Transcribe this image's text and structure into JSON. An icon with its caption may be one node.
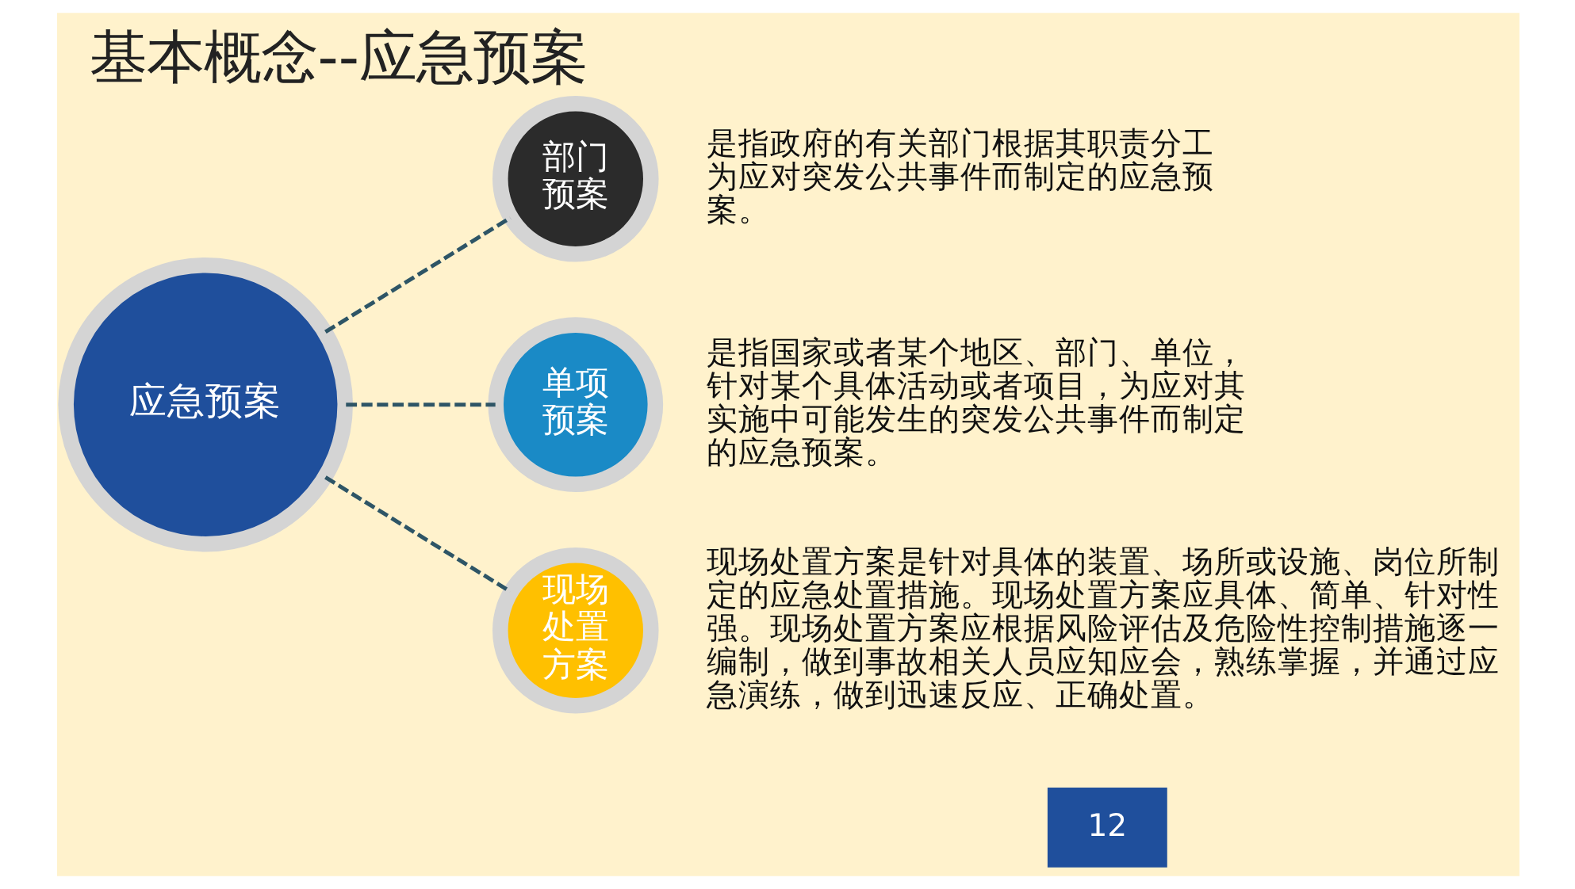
{
  "diagram": {
    "title": "基本概念--应急预案",
    "nodes": [
      {
        "text": [
          "应急预案"
        ]
      },
      {
        "text": [
          "部门预案"
        ],
        "beside": [
          "是指政府的有关部门根据其职责分工为应对突发公共事件而制定的应急预案。"
        ]
      },
      {
        "text": [
          "单项预案"
        ],
        "beside": [
          "是指国家或者某个地区、部门、单位，针对某个具体活动或者项目，为应对其实施中可能发生的突发公共事件而制定的应急预案。"
        ]
      },
      {
        "text": [
          "现场处置方案"
        ],
        "beside": [
          "现场处置方案是针对具体的装置、场所或设施、岗位所制定的应急处置措施。现场处置方案应具体、简单、针对性强。现场处置方案应根据风险评估及危险性控制措施逐一编制，做到事故相关人员应知应会，熟练掌握，并通过应急演练，做到迅速反应、正确处置。"
        ]
      }
    ],
    "edges": [
      {
        "from": 0,
        "to": 1,
        "arrow": "none",
        "style": "dashed"
      },
      {
        "from": 0,
        "to": 2,
        "arrow": "none",
        "style": "dashed"
      },
      {
        "from": 0,
        "to": 3,
        "arrow": "none",
        "style": "dashed"
      }
    ],
    "labels": [
      "12"
    ]
  }
}
